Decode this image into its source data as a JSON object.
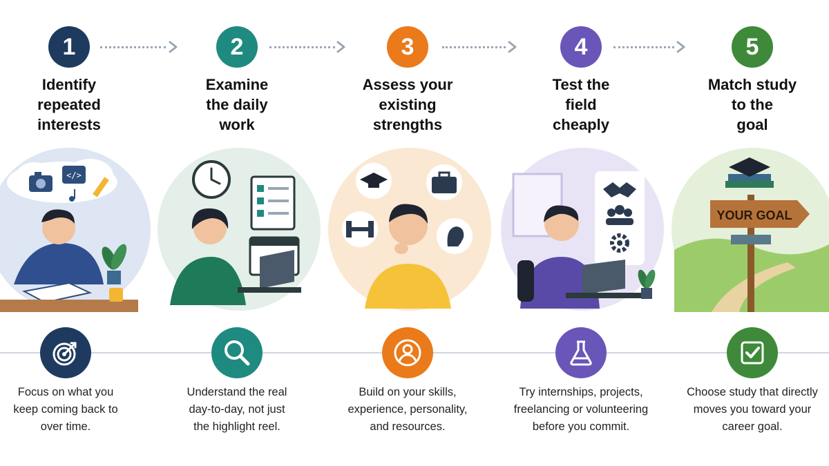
{
  "steps": [
    {
      "number": "1",
      "title_lines": [
        "Identify",
        "repeated",
        "interests"
      ],
      "desc_lines": [
        "Focus on what you",
        "keep coming back to",
        "over time."
      ],
      "color": "#1f3a5f",
      "bg": "#dde6f2",
      "scene_icons": [
        "camera-icon",
        "code-icon",
        "music-note-icon",
        "pencil-icon",
        "plant-icon",
        "mug-icon"
      ],
      "desc_icon": "target-icon"
    },
    {
      "number": "2",
      "title_lines": [
        "Examine",
        "the daily",
        "work"
      ],
      "desc_lines": [
        "Understand the real",
        "day-to-day, not just",
        "the highlight reel."
      ],
      "color": "#1f8a80",
      "bg": "#e3efe8",
      "scene_icons": [
        "clock-icon",
        "checklist-icon",
        "calendar-icon",
        "laptop-icon"
      ],
      "desc_icon": "magnifier-icon"
    },
    {
      "number": "3",
      "title_lines": [
        "Assess your",
        "existing",
        "strengths"
      ],
      "desc_lines": [
        "Build on your skills,",
        "experience, personality,",
        "and resources."
      ],
      "color": "#ea7a1a",
      "bg": "#fbe8d2",
      "scene_icons": [
        "graduation-cap-icon",
        "briefcase-icon",
        "dumbbell-icon",
        "head-icon"
      ],
      "desc_icon": "person-icon"
    },
    {
      "number": "4",
      "title_lines": [
        "Test the",
        "field",
        "cheaply"
      ],
      "desc_lines": [
        "Try internships, projects,",
        "freelancing or volunteering",
        "before you commit."
      ],
      "color": "#6a56b8",
      "bg": "#e9e4f5",
      "scene_icons": [
        "handshake-icon",
        "team-icon",
        "gear-icon",
        "laptop-icon",
        "plant-icon"
      ],
      "desc_icon": "flask-icon"
    },
    {
      "number": "5",
      "title_lines": [
        "Match study",
        "to the",
        "goal"
      ],
      "desc_lines": [
        "Choose study that directly",
        "moves you toward your",
        "career goal."
      ],
      "color": "#3e8a3a",
      "bg": "#e4f0da",
      "sign_text": "YOUR GOAL",
      "scene_icons": [
        "graduation-cap-icon",
        "books-icon",
        "signpost-icon"
      ],
      "desc_icon": "checkbox-icon"
    }
  ]
}
